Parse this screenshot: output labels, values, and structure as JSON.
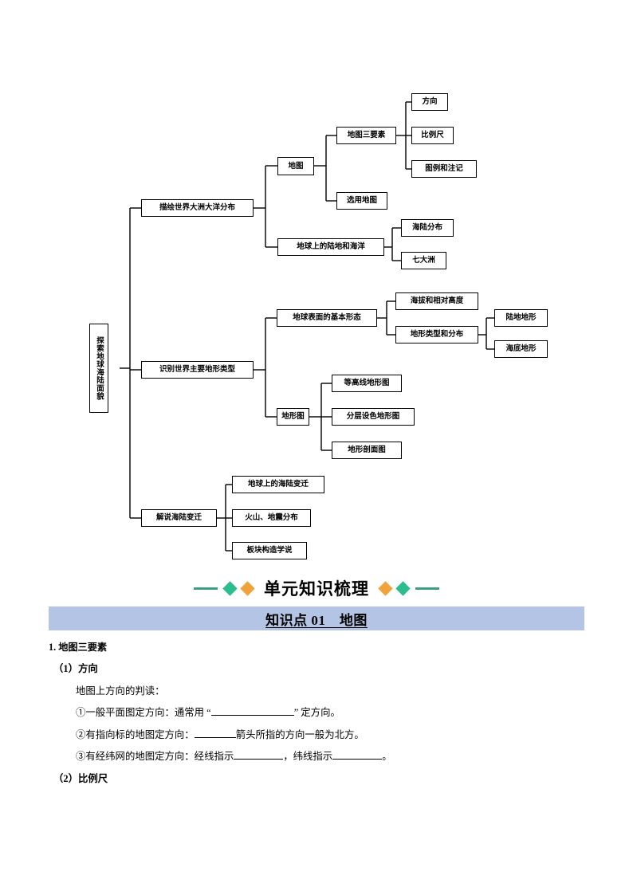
{
  "mindmap": {
    "root": {
      "label": "探索地球海陆面貌"
    },
    "branch1": {
      "label": "描绘世界大洲大洋分布",
      "children": [
        {
          "label": "地图",
          "children": [
            {
              "label": "地图三要素",
              "children": [
                {
                  "label": "方向"
                },
                {
                  "label": "比例尺"
                },
                {
                  "label": "图例和注记"
                }
              ]
            },
            {
              "label": "选用地图"
            }
          ]
        },
        {
          "label": "地球上的陆地和海洋",
          "children": [
            {
              "label": "海陆分布"
            },
            {
              "label": "七大洲"
            }
          ]
        }
      ]
    },
    "branch2": {
      "label": "识别世界主要地形类型",
      "children": [
        {
          "label": "地球表面的基本形态",
          "children": [
            {
              "label": "海拔和相对高度"
            },
            {
              "label": "地形类型和分布",
              "children": [
                {
                  "label": "陆地地形"
                },
                {
                  "label": "海底地形"
                }
              ]
            }
          ]
        },
        {
          "label": "地形图",
          "children": [
            {
              "label": "等高线地形图"
            },
            {
              "label": "分层设色地形图"
            },
            {
              "label": "地形剖面图"
            }
          ]
        }
      ]
    },
    "branch3": {
      "label": "解说海陆变迁",
      "children": [
        {
          "label": "地球上的海陆变迁"
        },
        {
          "label": "火山、地震分布"
        },
        {
          "label": "板块构造学说"
        }
      ]
    }
  },
  "banner": {
    "title": "单元知识梳理",
    "colors": {
      "green": "#2bbd8e",
      "orange": "#f0a33c",
      "bar": "#3d9e84"
    }
  },
  "knowledge_point": {
    "text": "知识点 01　地图",
    "band_color": "#b4c4e4"
  },
  "content": {
    "heading1": "1. 地图三要素",
    "sub1": "（1）方向",
    "line1": "地图上方向的判读：",
    "line2_a": "①一般平面图定方向：通常用 “",
    "line2_b": "” 定方向。",
    "line3_a": "②有指向标的地图定方向：",
    "line3_b": "箭头所指的方向一般为北方。",
    "line4_a": "③有经纬网的地图定方向：经线指示",
    "line4_b": "，纬线指示",
    "line4_c": "。",
    "sub2": "（2）比例尺"
  }
}
